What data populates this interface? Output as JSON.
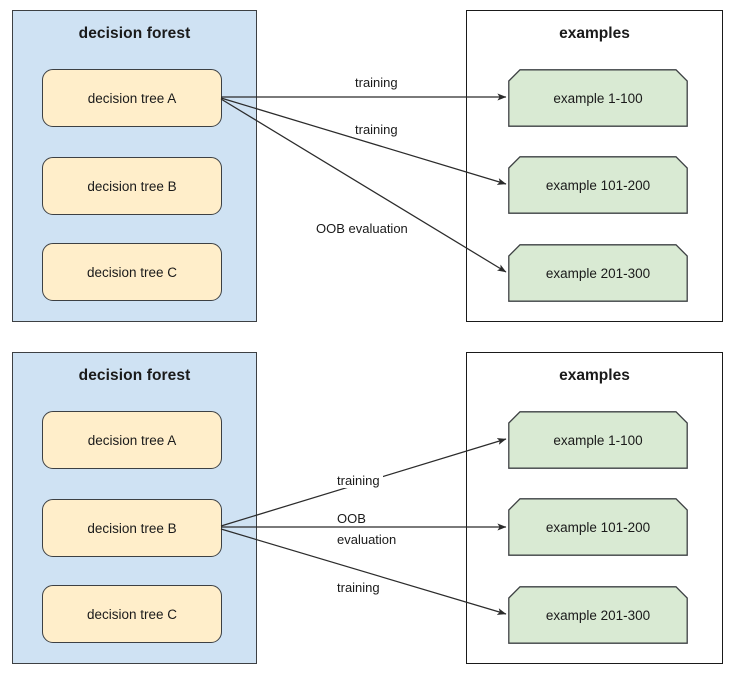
{
  "colors": {
    "forest_fill": "#cfe2f3",
    "forest_border": "#3d4043",
    "tree_fill": "#ffeeca",
    "tree_border": "#3d4043",
    "example_fill": "#d9ead3",
    "example_border": "#3d4043",
    "examples_border": "#1a1a1a",
    "arrow": "#2b2b2b",
    "text": "#1a1a1a",
    "background": "#ffffff"
  },
  "panels": [
    {
      "id": "panel-top",
      "forest": {
        "title": "decision forest",
        "trees": [
          {
            "label": "decision tree A"
          },
          {
            "label": "decision tree B"
          },
          {
            "label": "decision tree C"
          }
        ]
      },
      "examples": {
        "title": "examples",
        "items": [
          {
            "label": "example 1-100"
          },
          {
            "label": "example 101-200"
          },
          {
            "label": "example 201-300"
          }
        ]
      },
      "edges": [
        {
          "from": "decision tree A",
          "to": "example 1-100",
          "label": "training"
        },
        {
          "from": "decision tree A",
          "to": "example 101-200",
          "label": "training"
        },
        {
          "from": "decision tree A",
          "to": "example 201-300",
          "label": "OOB evaluation"
        }
      ]
    },
    {
      "id": "panel-bottom",
      "forest": {
        "title": "decision forest",
        "trees": [
          {
            "label": "decision tree A"
          },
          {
            "label": "decision tree B"
          },
          {
            "label": "decision tree C"
          }
        ]
      },
      "examples": {
        "title": "examples",
        "items": [
          {
            "label": "example 1-100"
          },
          {
            "label": "example 101-200"
          },
          {
            "label": "example 201-300"
          }
        ]
      },
      "edges": [
        {
          "from": "decision tree B",
          "to": "example 1-100",
          "label": "training"
        },
        {
          "from": "decision tree B",
          "to": "example 101-200",
          "label_line1": "OOB",
          "label_line2": "evaluation"
        },
        {
          "from": "decision tree B",
          "to": "example 201-300",
          "label": "training"
        }
      ]
    }
  ]
}
